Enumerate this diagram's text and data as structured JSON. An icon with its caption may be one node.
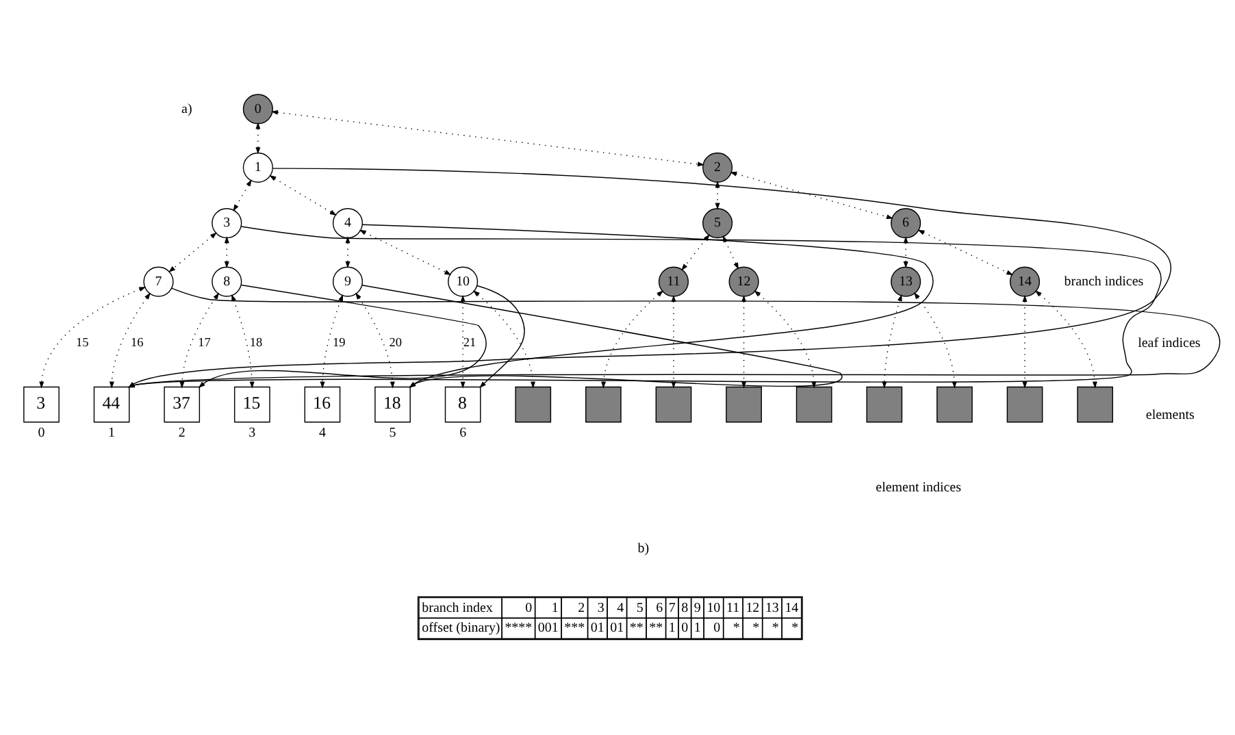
{
  "diagram": {
    "nodes": [
      {
        "text": [
          "0"
        ]
      },
      {
        "text": [
          "1"
        ]
      },
      {
        "text": [
          "2"
        ]
      },
      {
        "text": [
          "3"
        ]
      },
      {
        "text": [
          "4"
        ]
      },
      {
        "text": [
          "5"
        ]
      },
      {
        "text": [
          "6"
        ]
      },
      {
        "text": [
          "7"
        ]
      },
      {
        "text": [
          "8"
        ]
      },
      {
        "text": [
          "9"
        ]
      },
      {
        "text": [
          "10"
        ]
      },
      {
        "text": [
          "11"
        ]
      },
      {
        "text": [
          "12"
        ]
      },
      {
        "text": [
          "13"
        ]
      },
      {
        "text": [
          "14"
        ]
      },
      {
        "text": [
          "3"
        ],
        "beside": [
          "0"
        ]
      },
      {
        "text": [
          "44"
        ],
        "beside": [
          "1"
        ]
      },
      {
        "text": [
          "37"
        ],
        "beside": [
          "2"
        ]
      },
      {
        "text": [
          "15"
        ],
        "beside": [
          "3"
        ]
      },
      {
        "text": [
          "16"
        ],
        "beside": [
          "4"
        ]
      },
      {
        "text": [
          "18"
        ],
        "beside": [
          "5"
        ]
      },
      {
        "text": [
          "8"
        ],
        "beside": [
          "6"
        ]
      },
      {
        "text": [],
        "shape": "box"
      },
      {
        "text": [],
        "shape": "box"
      },
      {
        "text": [],
        "shape": "box"
      },
      {
        "text": [],
        "shape": "box"
      },
      {
        "text": [],
        "shape": "box"
      },
      {
        "text": [],
        "shape": "box"
      },
      {
        "text": [],
        "shape": "box"
      },
      {
        "text": [],
        "shape": "box"
      },
      {
        "text": [],
        "shape": "box"
      }
    ],
    "edges": [
      {
        "from": 0,
        "to": 1,
        "arrow": "both",
        "style": "dashed"
      },
      {
        "from": 0,
        "to": 2,
        "arrow": "both",
        "style": "dashed"
      },
      {
        "from": 1,
        "to": 3,
        "arrow": "both",
        "style": "dashed"
      },
      {
        "from": 1,
        "to": 4,
        "arrow": "both",
        "style": "dashed"
      },
      {
        "from": 2,
        "to": 5,
        "arrow": "both",
        "style": "dashed"
      },
      {
        "from": 2,
        "to": 6,
        "arrow": "both",
        "style": "dashed"
      },
      {
        "from": 3,
        "to": 7,
        "arrow": "both",
        "style": "dashed"
      },
      {
        "from": 3,
        "to": 8,
        "arrow": "both",
        "style": "dashed"
      },
      {
        "from": 4,
        "to": 9,
        "arrow": "both",
        "style": "dashed"
      },
      {
        "from": 4,
        "to": 10,
        "arrow": "both",
        "style": "dashed"
      },
      {
        "from": 5,
        "to": 11,
        "arrow": "both",
        "style": "dashed"
      },
      {
        "from": 5,
        "to": 12,
        "arrow": "both",
        "style": "dashed"
      },
      {
        "from": 6,
        "to": 13,
        "arrow": "both",
        "style": "dashed"
      },
      {
        "from": 6,
        "to": 14,
        "arrow": "both",
        "style": "dashed"
      },
      {
        "from": 7,
        "to": 15,
        "arrow": "both",
        "style": "dashed",
        "label": "15"
      },
      {
        "from": 7,
        "to": 16,
        "arrow": "both",
        "style": "dashed",
        "label": "16"
      },
      {
        "from": 8,
        "to": 17,
        "arrow": "both",
        "style": "dashed",
        "label": "17"
      },
      {
        "from": 8,
        "to": 18,
        "arrow": "both",
        "style": "dashed",
        "label": "18"
      },
      {
        "from": 9,
        "to": 19,
        "arrow": "both",
        "style": "dashed",
        "label": "19"
      },
      {
        "from": 9,
        "to": 20,
        "arrow": "both",
        "style": "dashed",
        "label": "20"
      },
      {
        "from": 10,
        "to": 21,
        "arrow": "both",
        "style": "dashed",
        "label": "21"
      },
      {
        "from": 10,
        "to": 22,
        "arrow": "both",
        "style": "dashed"
      },
      {
        "from": 11,
        "to": 23,
        "arrow": "both",
        "style": "dashed"
      },
      {
        "from": 11,
        "to": 24,
        "arrow": "both",
        "style": "dashed"
      },
      {
        "from": 12,
        "to": 25,
        "arrow": "both",
        "style": "dashed"
      },
      {
        "from": 12,
        "to": 26,
        "arrow": "both",
        "style": "dashed"
      },
      {
        "from": 13,
        "to": 27,
        "arrow": "both",
        "style": "dashed"
      },
      {
        "from": 13,
        "to": 28,
        "arrow": "both",
        "style": "dashed"
      },
      {
        "from": 14,
        "to": 29,
        "arrow": "both",
        "style": "dashed"
      },
      {
        "from": 14,
        "to": 30,
        "arrow": "both",
        "style": "dashed"
      },
      {
        "from": 1,
        "to": 16,
        "arrow": "to"
      },
      {
        "from": 3,
        "to": 16,
        "arrow": "to"
      },
      {
        "from": 7,
        "to": 16,
        "arrow": "to"
      },
      {
        "from": 8,
        "to": 17,
        "arrow": "to"
      },
      {
        "from": 4,
        "to": 20,
        "arrow": "to"
      },
      {
        "from": 9,
        "to": 20,
        "arrow": "to"
      },
      {
        "from": 10,
        "to": 21,
        "arrow": "to"
      }
    ],
    "labels": [
      "a)",
      "branch indices",
      "leaf indices",
      "elements",
      "element indices",
      "b)",
      "branch index",
      "0",
      "1",
      "2",
      "3",
      "4",
      "5",
      "6",
      "7",
      "8",
      "9",
      "10",
      "11",
      "12",
      "13",
      "14",
      "offset (binary)",
      "****",
      "001",
      "***",
      "01",
      "01",
      "**",
      "**",
      "1",
      "0",
      "1",
      "0",
      "*",
      "*",
      "*",
      "*"
    ]
  }
}
